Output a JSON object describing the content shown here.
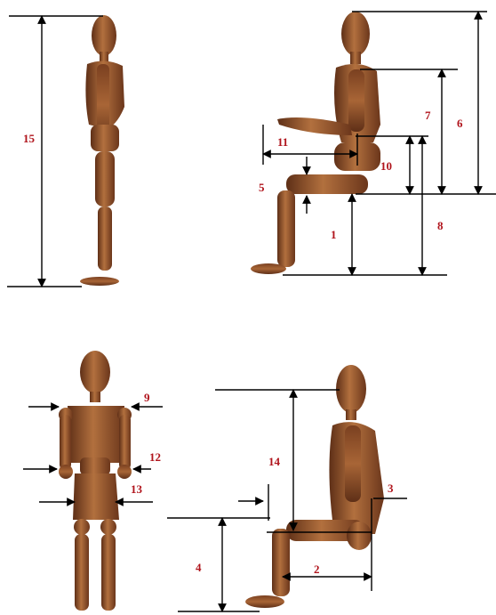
{
  "colors": {
    "wood_dark": "#5e2f17",
    "wood_mid": "#8a4a26",
    "wood_light": "#b2703e",
    "line": "#000000",
    "label": "#b0141c"
  },
  "figures": [
    {
      "name": "standing-side",
      "pose": "standing"
    },
    {
      "name": "seated-side",
      "pose": "seated"
    },
    {
      "name": "standing-front",
      "pose": "standing-front"
    },
    {
      "name": "seated-side-lower",
      "pose": "seated"
    }
  ],
  "labels": {
    "m1": "1",
    "m2": "2",
    "m3": "3",
    "m4": "4",
    "m5": "5",
    "m6": "6",
    "m7": "7",
    "m8": "8",
    "m9": "9",
    "m10": "10",
    "m11": "11",
    "m12": "12",
    "m13": "13",
    "m14": "14",
    "m15": "15"
  }
}
